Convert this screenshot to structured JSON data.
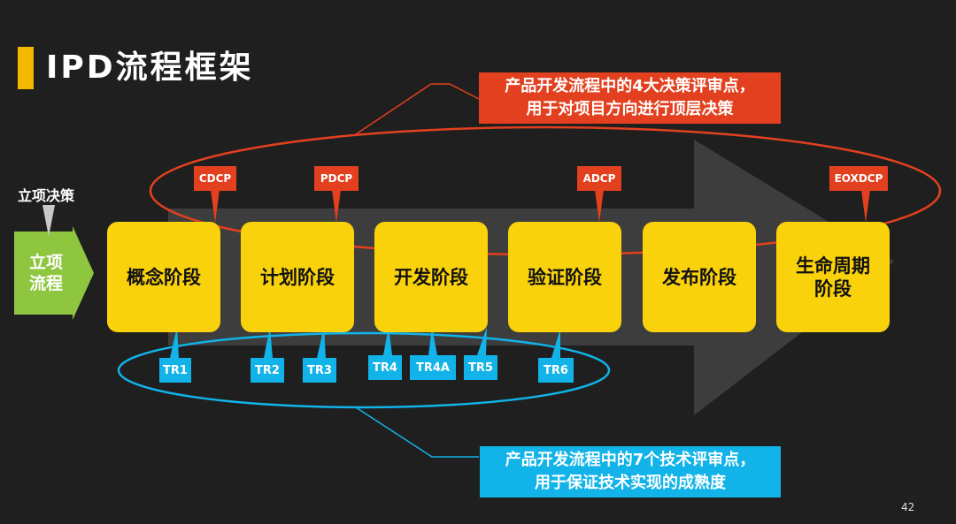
{
  "slide": {
    "title": "IPD流程框架",
    "page_number": "42"
  },
  "callouts": {
    "dcp_line1": "产品开发流程中的4大决策评审点，",
    "dcp_line2": "用于对项目方向进行顶层决策",
    "tr_line1": "产品开发流程中的7个技术评审点，",
    "tr_line2": "用于保证技术实现的成熟度"
  },
  "start": {
    "decision_label": "立项决策",
    "label": "立项流程"
  },
  "phases": [
    {
      "label": "概念阶段"
    },
    {
      "label": "计划阶段"
    },
    {
      "label": "开发阶段"
    },
    {
      "label": "验证阶段"
    },
    {
      "label": "发布阶段"
    },
    {
      "label": "生命周期阶段"
    }
  ],
  "decision_points": [
    {
      "label": "CDCP"
    },
    {
      "label": "PDCP"
    },
    {
      "label": "ADCP"
    },
    {
      "label": "EOXDCP"
    }
  ],
  "technical_reviews": [
    {
      "label": "TR1"
    },
    {
      "label": "TR2"
    },
    {
      "label": "TR3"
    },
    {
      "label": "TR4"
    },
    {
      "label": "TR4A"
    },
    {
      "label": "TR5"
    },
    {
      "label": "TR6"
    }
  ],
  "colors": {
    "background": "#1f1f1f",
    "accent_yellow": "#f9d20c",
    "title_bar": "#f5b800",
    "decision_red": "#e2401f",
    "review_blue": "#11b3e8",
    "start_green": "#8ec63f",
    "big_arrow": "#3d3d3d"
  }
}
